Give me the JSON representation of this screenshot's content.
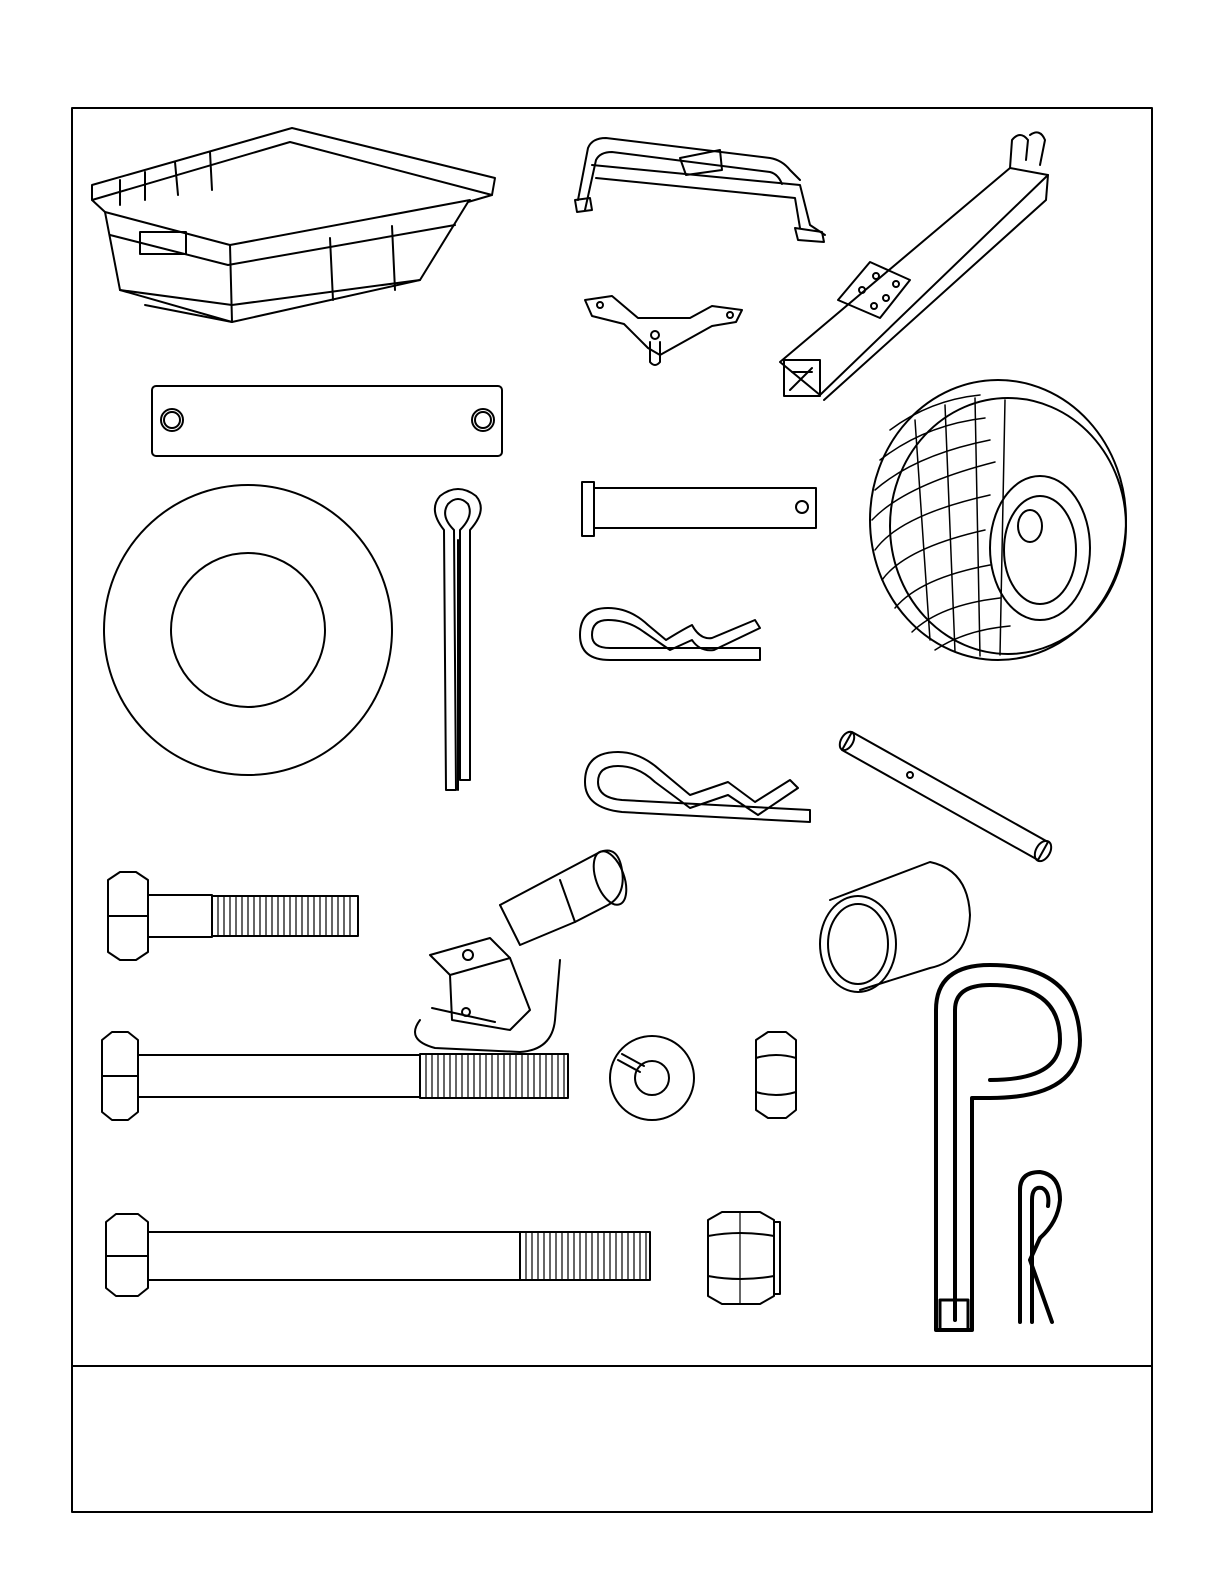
{
  "page": {
    "line_color": "#000000",
    "background": "#ffffff"
  },
  "parts": [
    {
      "name": "dump-bed",
      "icon": "tub"
    },
    {
      "name": "handle-frame",
      "icon": "u-bracket"
    },
    {
      "name": "tongue-tube",
      "icon": "square-tube"
    },
    {
      "name": "bracket",
      "icon": "v-bracket"
    },
    {
      "name": "flat-bar",
      "icon": "plate"
    },
    {
      "name": "tire-wheel",
      "icon": "turf-tire"
    },
    {
      "name": "flat-washer",
      "icon": "washer"
    },
    {
      "name": "cotter-pin",
      "icon": "cotter"
    },
    {
      "name": "clevis-pin",
      "icon": "pin"
    },
    {
      "name": "hair-pin-small",
      "icon": "hairpin"
    },
    {
      "name": "hair-pin-large",
      "icon": "hairpin"
    },
    {
      "name": "axle-pin",
      "icon": "rod"
    },
    {
      "name": "hitch",
      "icon": "hitch"
    },
    {
      "name": "spacer",
      "icon": "sleeve"
    },
    {
      "name": "hex-bolt-short",
      "icon": "bolt"
    },
    {
      "name": "hex-bolt-medium",
      "icon": "bolt"
    },
    {
      "name": "hex-bolt-long",
      "icon": "bolt"
    },
    {
      "name": "lock-washer",
      "icon": "split-washer"
    },
    {
      "name": "hex-nut",
      "icon": "nut"
    },
    {
      "name": "lock-nut",
      "icon": "nylock-nut"
    },
    {
      "name": "hitch-pin-with-clip",
      "icon": "hitch-pin"
    }
  ],
  "caption": {
    "text": ""
  }
}
